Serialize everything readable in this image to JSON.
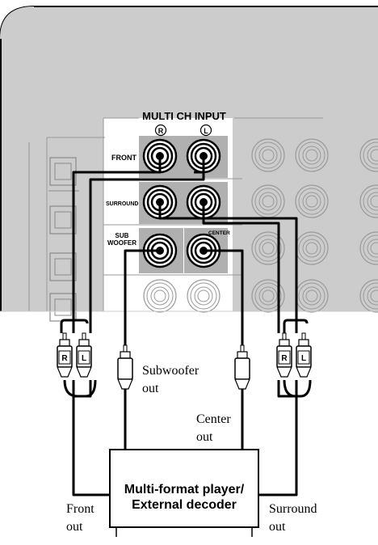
{
  "panel": {
    "title": "MULTI CH INPUT",
    "right_symbol": "R",
    "left_symbol": "L",
    "row_front": "FRONT",
    "row_surround": "SURROUND",
    "row_sub_line1": "SUB",
    "row_sub_line2": "WOOFER",
    "row_center": "CENTER"
  },
  "plugs": {
    "front_r": "R",
    "front_l": "L",
    "surround_r": "R",
    "surround_l": "L"
  },
  "outputs": {
    "subwoofer_line1": "Subwoofer",
    "subwoofer_line2": "out",
    "center_line1": "Center",
    "center_line2": "out",
    "front_line1": "Front",
    "front_line2": "out",
    "surround_line1": "Surround",
    "surround_line2": "out"
  },
  "device": {
    "line1": "Multi-format player/",
    "line2": "External decoder"
  },
  "colors": {
    "panel_bg": "#cccccc",
    "jack_block": "#b0b0b0",
    "cable": "#000000"
  }
}
